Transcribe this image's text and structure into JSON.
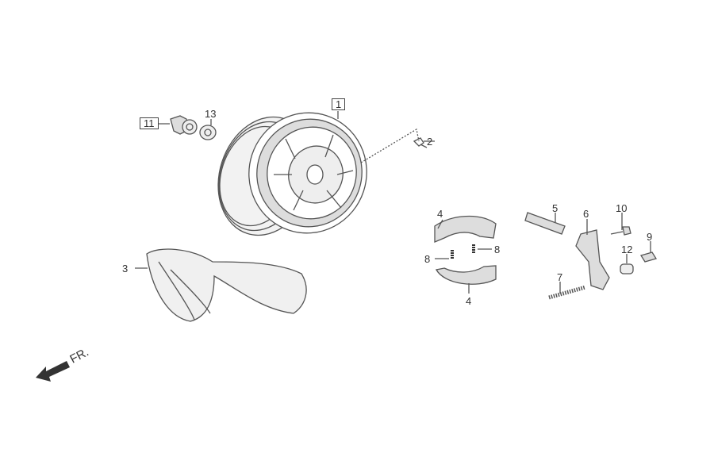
{
  "diagram": {
    "callouts": {
      "wheel": "1",
      "valve": "2",
      "tire": "3",
      "shoe_top": "4",
      "shoe_bottom": "4",
      "cam": "5",
      "arm": "6",
      "spring": "7",
      "shoe_spring_left": "8",
      "shoe_spring_right": "8",
      "nut_small": "9",
      "bolt": "10",
      "axle_nut": "11",
      "collar": "12",
      "washer": "13"
    },
    "direction_label": "FR.",
    "colors": {
      "line": "#555555",
      "fill": "#e6e6e6",
      "dark": "#333333"
    }
  }
}
